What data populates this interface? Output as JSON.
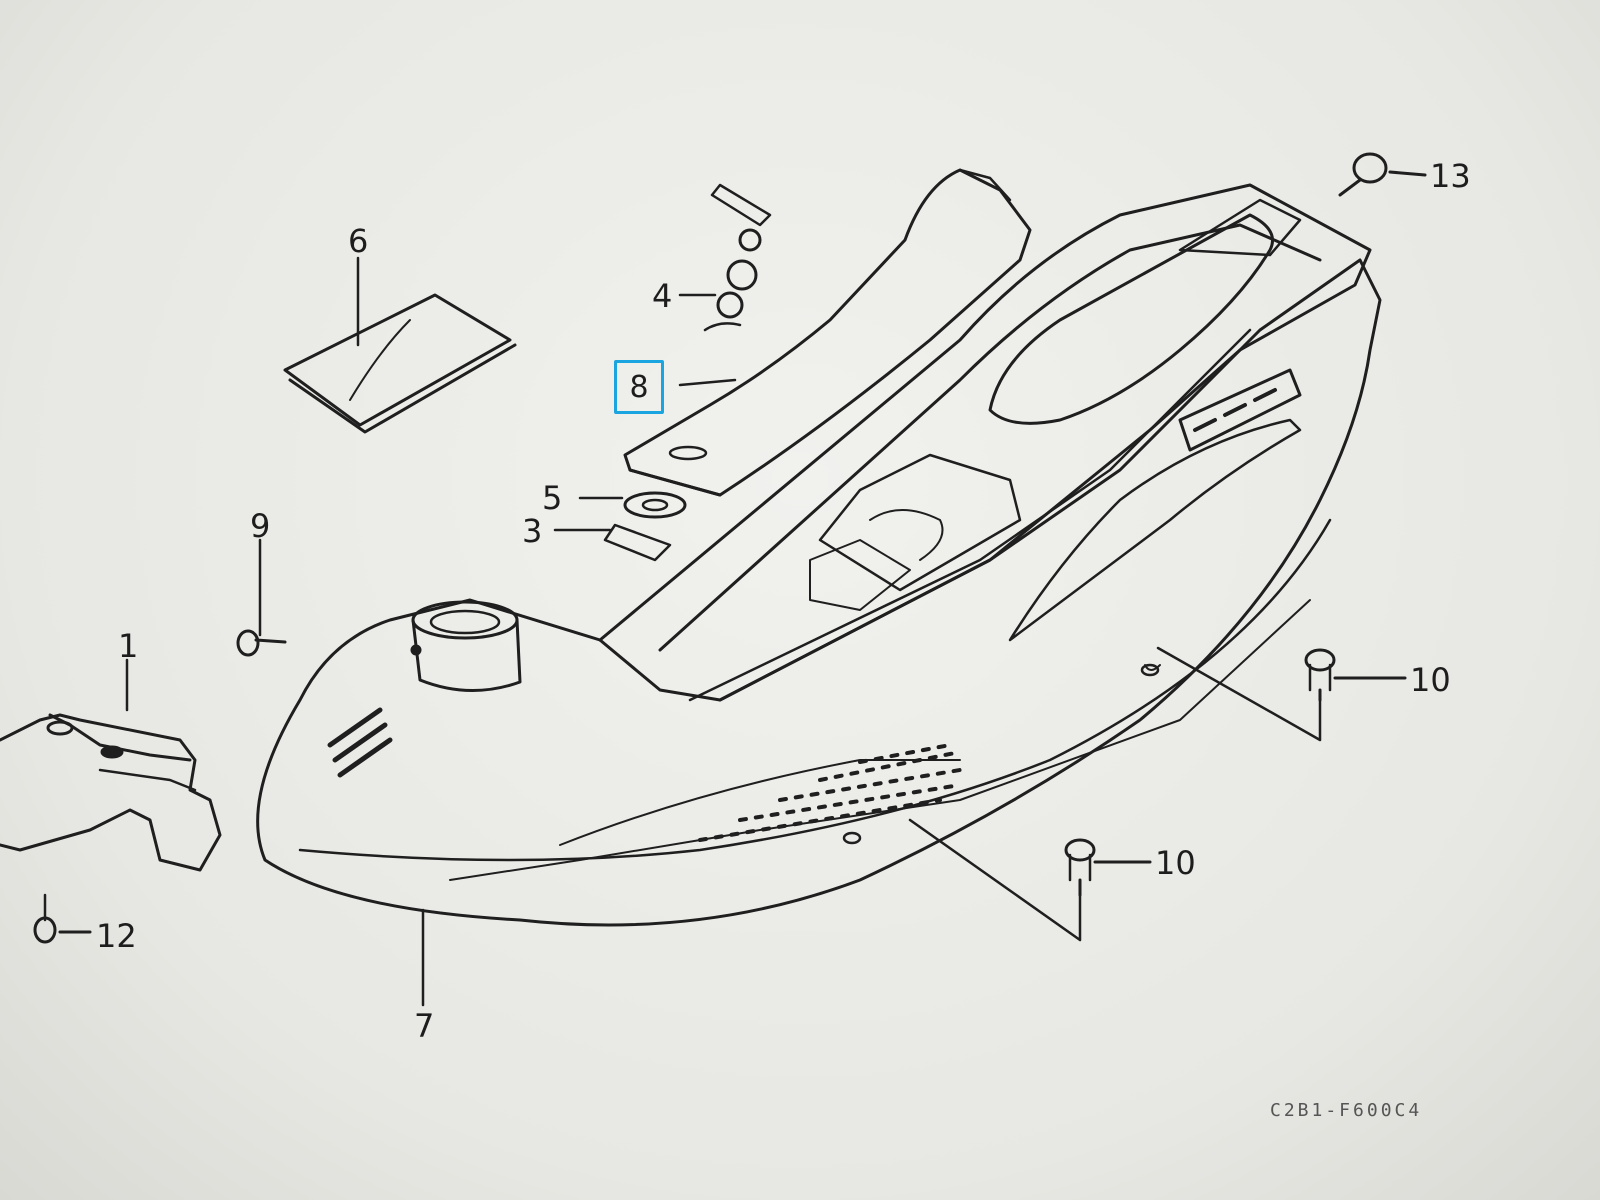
{
  "diagram": {
    "callouts": {
      "c1": "1",
      "c3": "3",
      "c4": "4",
      "c5": "5",
      "c6": "6",
      "c7": "7",
      "c8": "8",
      "c9": "9",
      "c10a": "10",
      "c10b": "10",
      "c12": "12",
      "c13": "13"
    },
    "highlighted_callout": "8",
    "highlight_color": "#1aa4e0",
    "reference_code": "C2B1-F600C4"
  }
}
